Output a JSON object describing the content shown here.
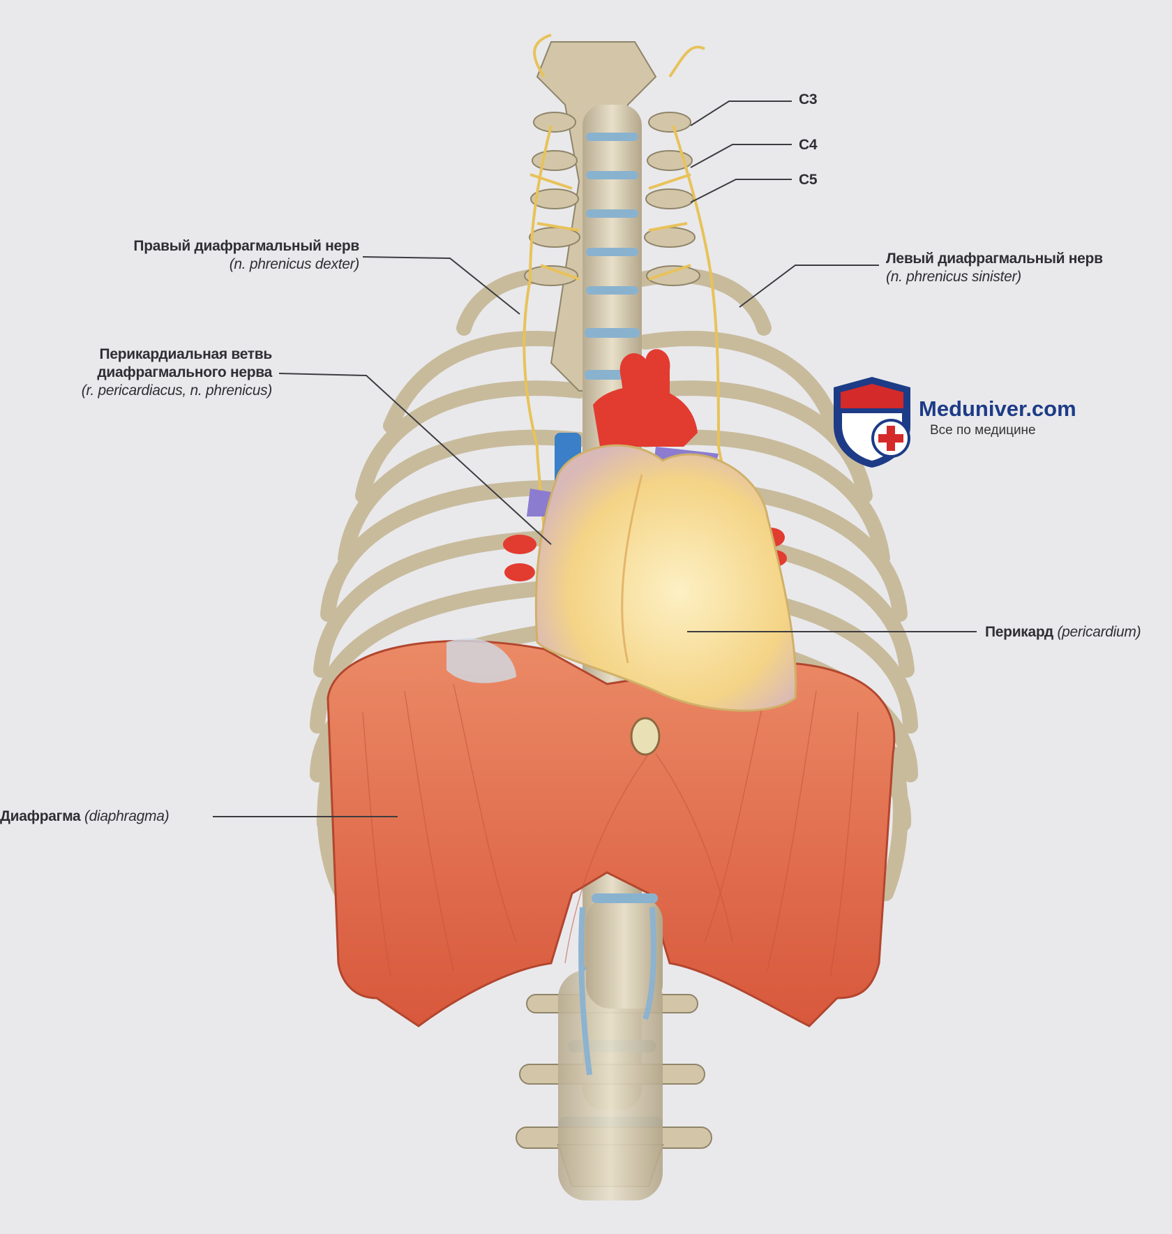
{
  "labels": {
    "c3": "C3",
    "c4": "C4",
    "c5": "C5",
    "right_phrenic": {
      "ru": "Правый диафрагмальный нерв",
      "lat": "(n. phrenicus dexter)"
    },
    "left_phrenic": {
      "ru": "Левый диафрагмальный нерв",
      "lat": "(n. phrenicus sinister)"
    },
    "pericardial_branch": {
      "ru1": "Перикардиальная ветвь",
      "ru2": "диафрагмального нерва",
      "lat": "(r. pericardiacus, n. phrenicus)"
    },
    "pericardium": {
      "ru": "Перикард",
      "lat": "(pericardium)"
    },
    "diaphragm": {
      "ru": "Диафрагма",
      "lat": "(diaphragma)"
    }
  },
  "logo": {
    "brand": "Meduniver.com",
    "tagline": "Все по медицине"
  },
  "colors": {
    "background": "#e9e9ec",
    "bone": "#ddd2b8",
    "disc": "#8db3cf",
    "nerve": "#e8c25a",
    "muscle": "#e4714f",
    "pericardium": "#f6df9c",
    "artery": "#e23b30",
    "vein": "#3a7fc8",
    "logo_blue": "#1d3b86",
    "logo_red": "#d42a2a"
  }
}
